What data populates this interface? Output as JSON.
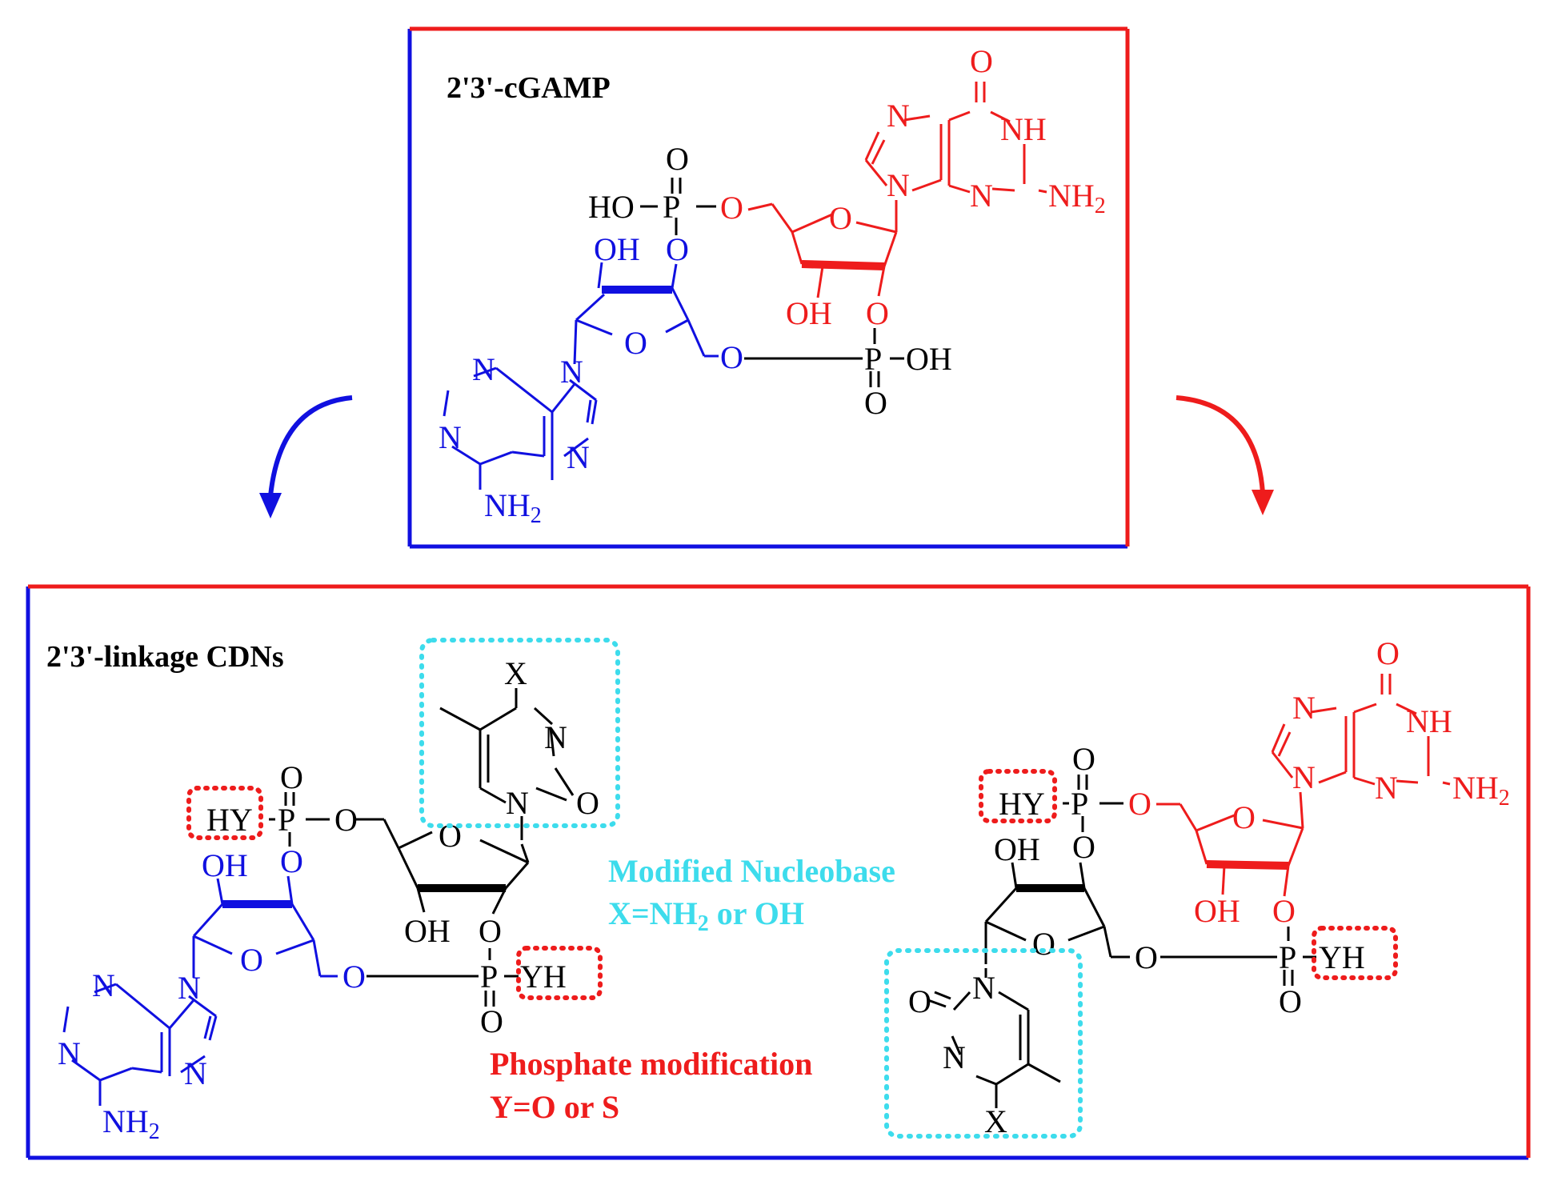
{
  "panels": {
    "top_title": "2'3'-cGAMP",
    "bottom_title": "2'3'-linkage CDNs"
  },
  "notes": {
    "nucleobase_title": "Modified Nucleobase",
    "nucleobase_formula": "X=NH",
    "nucleobase_formula_sub": "2",
    "nucleobase_formula_tail": " or OH",
    "phosphate_title": "Phosphate modification",
    "phosphate_formula": "Y=O or S"
  },
  "atoms": {
    "O": "O",
    "N": "N",
    "P": "P",
    "X": "X",
    "OH": "OH",
    "HO": "HO",
    "NH": "NH",
    "NH2": "NH",
    "sub2": "2",
    "HY": "HY",
    "YH": "YH"
  },
  "colors": {
    "black": "#000000",
    "blue": "#1010e0",
    "red": "#ee1c1c",
    "cyan": "#3ddcec"
  }
}
